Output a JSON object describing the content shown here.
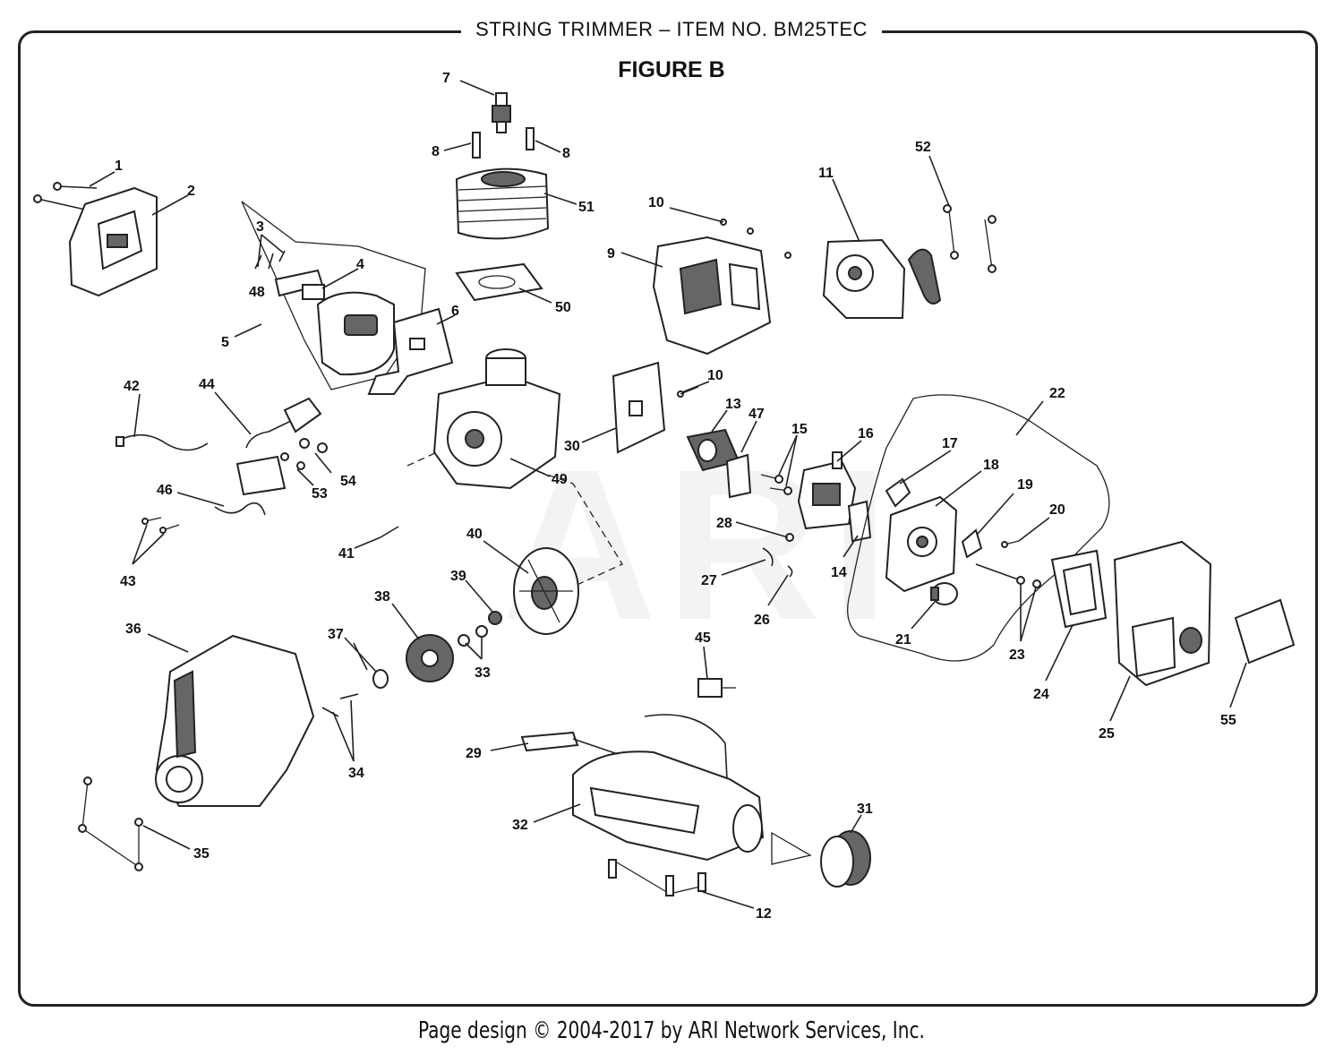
{
  "header": {
    "title": "STRING TRIMMER – ITEM NO. BM25TEC",
    "figure": "FIGURE B"
  },
  "footer": {
    "text": "Page design © 2004-2017 by ARI Network Services, Inc."
  },
  "watermark": "ARI",
  "callouts": {
    "c1": "1",
    "c2": "2",
    "c3": "3",
    "c4": "4",
    "c5": "5",
    "c6": "6",
    "c7": "7",
    "c8a": "8",
    "c8b": "8",
    "c9": "9",
    "c10a": "10",
    "c10b": "10",
    "c11": "11",
    "c12": "12",
    "c13": "13",
    "c14": "14",
    "c15": "15",
    "c16": "16",
    "c17": "17",
    "c18": "18",
    "c19": "19",
    "c20": "20",
    "c21": "21",
    "c22": "22",
    "c23": "23",
    "c24": "24",
    "c25": "25",
    "c26": "26",
    "c27": "27",
    "c28": "28",
    "c29": "29",
    "c30": "30",
    "c31": "31",
    "c32": "32",
    "c33": "33",
    "c34": "34",
    "c35": "35",
    "c36": "36",
    "c37": "37",
    "c38": "38",
    "c39": "39",
    "c40": "40",
    "c41": "41",
    "c42": "42",
    "c43": "43",
    "c44": "44",
    "c45": "45",
    "c46": "46",
    "c47": "47",
    "c48": "48",
    "c49": "49",
    "c50": "50",
    "c51": "51",
    "c52": "52",
    "c53": "53",
    "c54": "54",
    "c55": "55"
  }
}
